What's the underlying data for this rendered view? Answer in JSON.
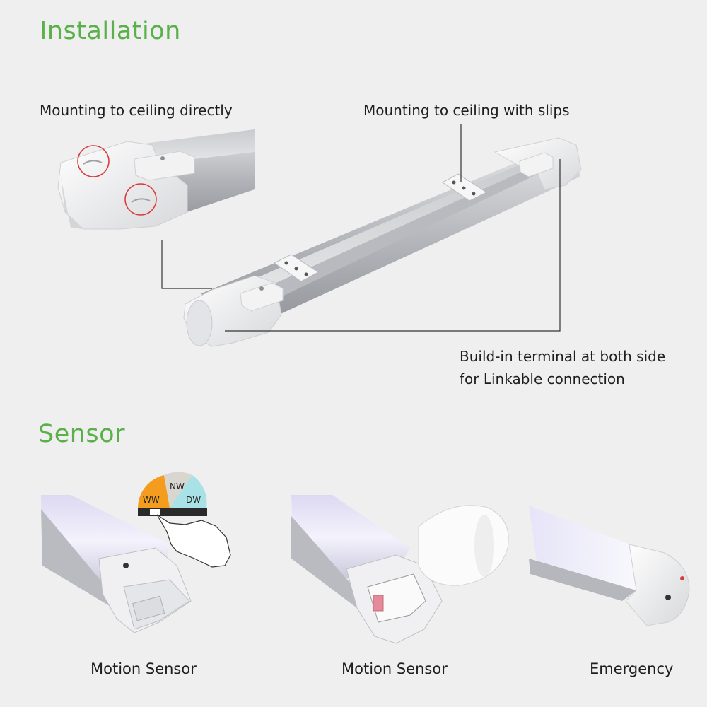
{
  "installation": {
    "title": "Installation",
    "captions": {
      "direct": "Mounting to ceiling directly",
      "slips": "Mounting to ceiling with slips",
      "terminal_line1": "Build-in terminal at both side",
      "terminal_line2": "for Linkable connection"
    }
  },
  "sensor": {
    "title": "Sensor",
    "items": [
      {
        "caption": "Motion Sensor"
      },
      {
        "caption": "Motion Sensor"
      },
      {
        "caption": "Emergency"
      }
    ],
    "cct_labels": {
      "ww": "WW",
      "nw": "NW",
      "dw": "DW"
    }
  },
  "colors": {
    "accent": "#5bb04a",
    "ww": "#f39c1e",
    "nw": "#d9d5cf",
    "dw": "#a8e2e6",
    "highlight_circle": "#d93a3a"
  }
}
